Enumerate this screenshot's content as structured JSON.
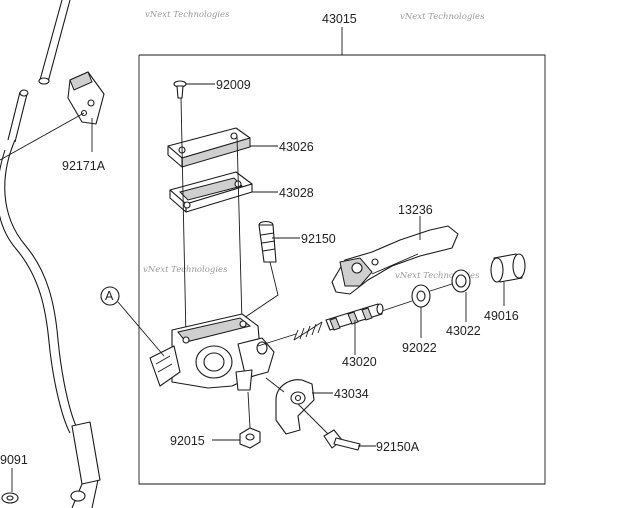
{
  "watermark": "vNext Technologies",
  "callout": {
    "letter": "A"
  },
  "labels": {
    "assembly": "43015",
    "screw": "92009",
    "cap": "43026",
    "diaphragm": "43028",
    "clamp_bolt": "92171A",
    "pivot_bolt": "92150",
    "lever": "13236",
    "piston_kit": "43020",
    "seal": "92022",
    "circlip": "43022",
    "boot": "49016",
    "holder": "43034",
    "nut": "92015",
    "holder_bolt": "92150A",
    "edge_part": "9091"
  }
}
